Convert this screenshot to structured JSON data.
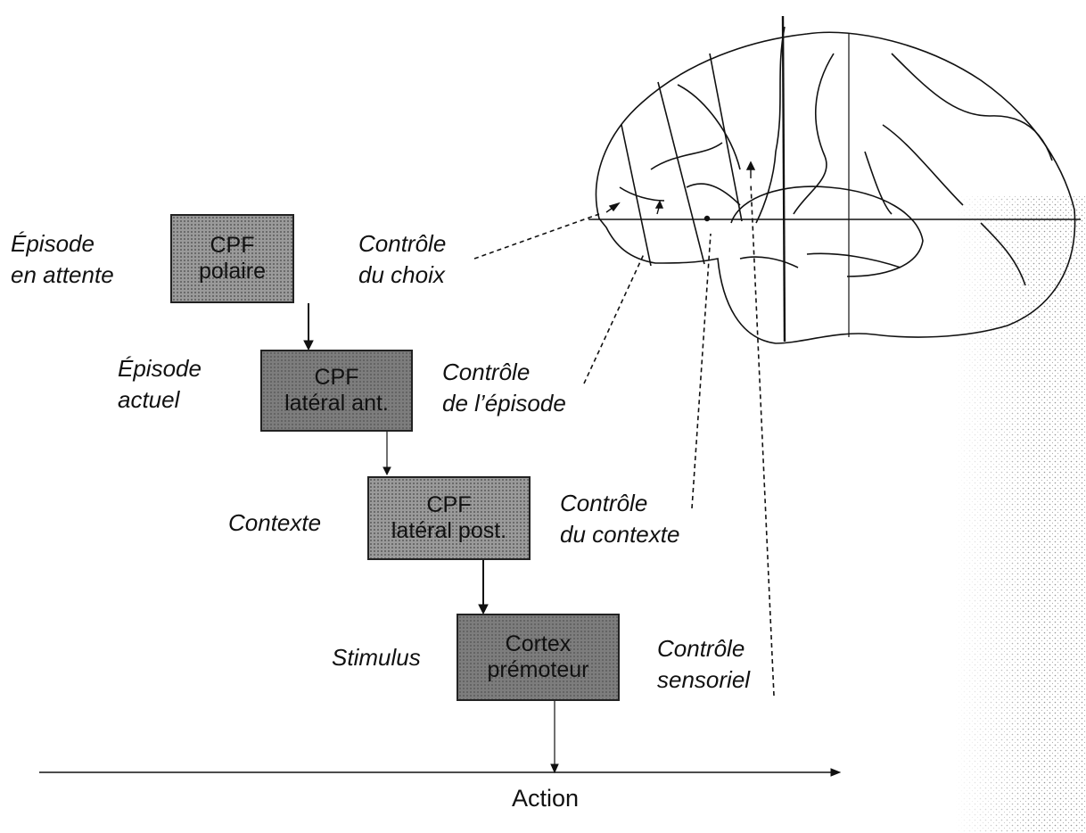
{
  "boxes": {
    "polaire": {
      "line1": "CPF",
      "line2": "polaire"
    },
    "lateral_ant": {
      "line1": "CPF",
      "line2": "latéral ant."
    },
    "lateral_post": {
      "line1": "CPF",
      "line2": "latéral post."
    },
    "premoteur": {
      "line1": "Cortex",
      "line2": "prémoteur"
    }
  },
  "left_labels": {
    "episode_attente": {
      "line1": "Épisode",
      "line2": "en attente"
    },
    "episode_actuel": {
      "line1": "Épisode",
      "line2": "actuel"
    },
    "contexte": "Contexte",
    "stimulus": "Stimulus"
  },
  "control_labels": {
    "choix": {
      "line1": "Contrôle",
      "line2": "du choix"
    },
    "episode": {
      "line1": "Contrôle",
      "line2": "de l’épisode"
    },
    "contexte": {
      "line1": "Contrôle",
      "line2": "du contexte"
    },
    "sensoriel": {
      "line1": "Contrôle",
      "line2": "sensoriel"
    }
  },
  "axis_label": "Action",
  "colors": {
    "box_fill": "#9a9a9a",
    "box_fill_dark": "#7d7d7d",
    "ink": "#111111"
  }
}
